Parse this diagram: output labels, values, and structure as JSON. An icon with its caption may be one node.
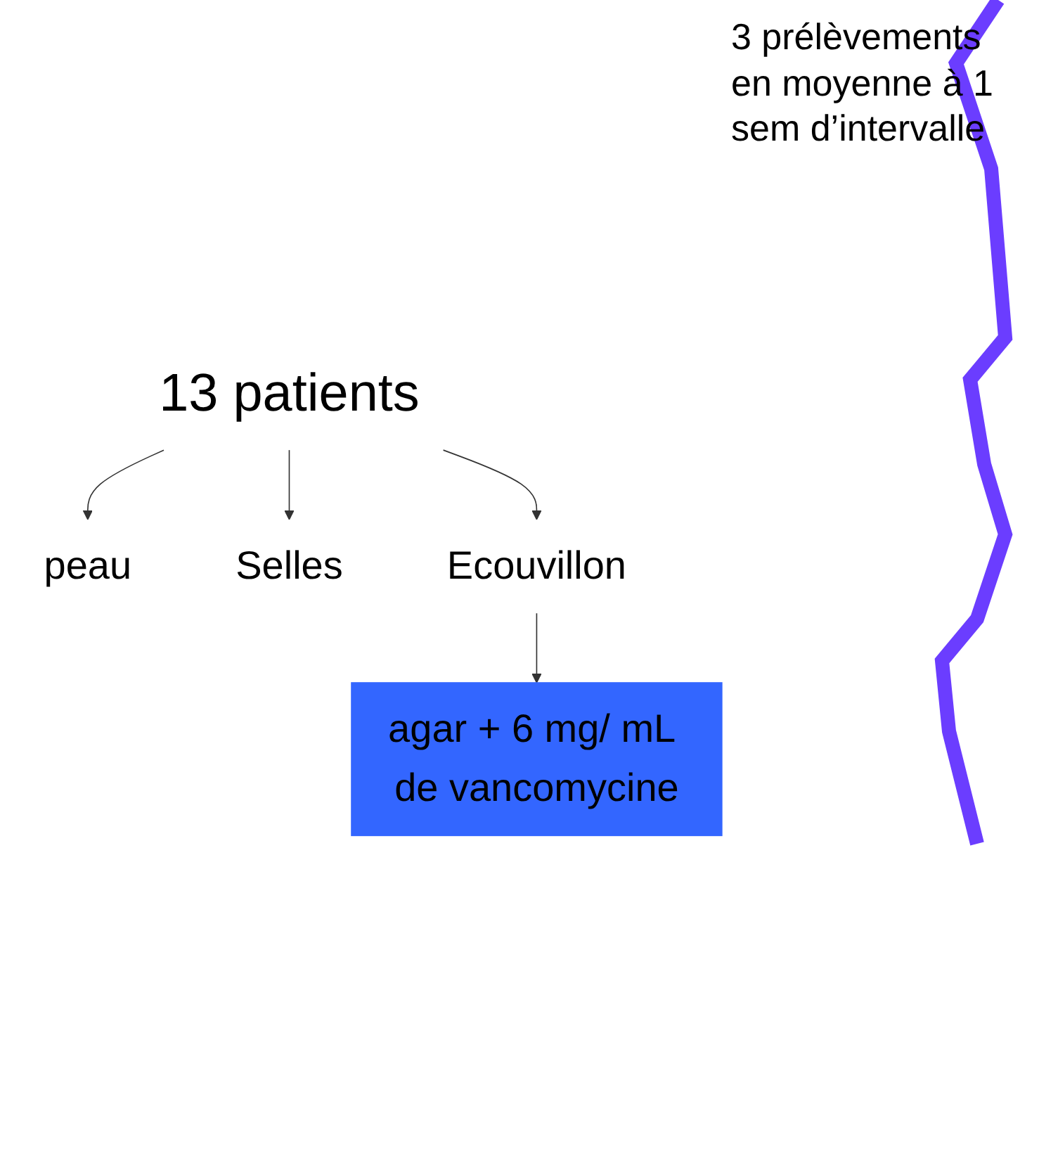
{
  "diagram": {
    "nodes": [
      {
        "text": [
          "13 patients"
        ]
      },
      {
        "text": [
          "peau"
        ]
      },
      {
        "text": [
          "Selles"
        ]
      },
      {
        "text": [
          "Ecouvillon"
        ]
      },
      {
        "text": [
          "agar + 6 mg/ mL de vancomycine"
        ]
      }
    ],
    "edges": [
      {
        "from": 0,
        "to": 1,
        "arrow": "to"
      },
      {
        "from": 0,
        "to": 2,
        "arrow": "to"
      },
      {
        "from": 0,
        "to": 3,
        "arrow": "to"
      },
      {
        "from": 3,
        "to": 4,
        "arrow": "to"
      }
    ],
    "labels": [
      "3 prélèvements en moyenne à 1 sem d’intervalle"
    ]
  }
}
